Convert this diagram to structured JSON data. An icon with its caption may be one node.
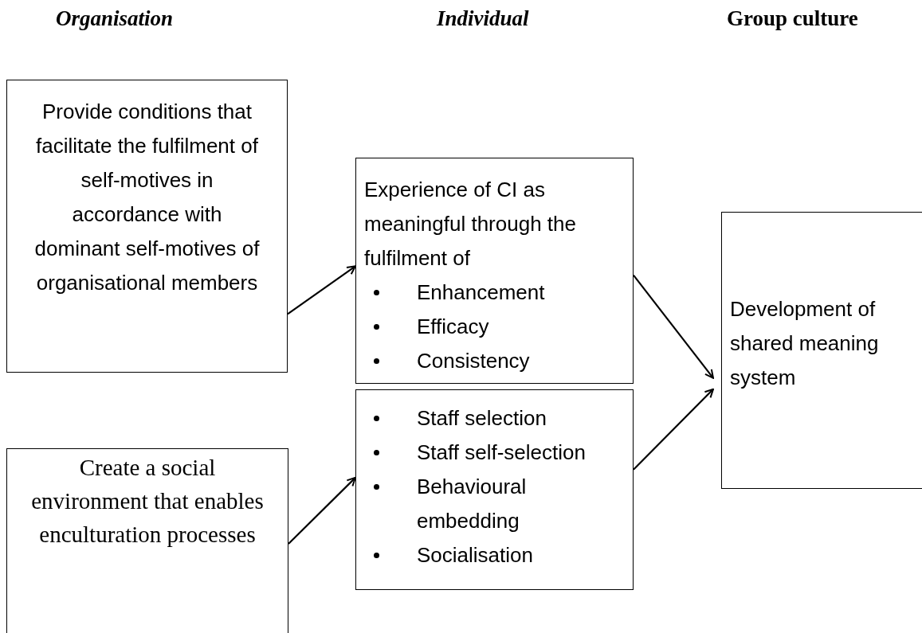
{
  "diagram": {
    "nodes": [
      {
        "text": [
          "Provide conditions that facilitate the fulfilment of self-motives  in accordance with dominant self-motives of organisational members"
        ]
      },
      {
        "text": [
          "Create a social environment that enables enculturation processes"
        ]
      },
      {
        "text": [
          "Experience  of CI as meaningful through the fulfilment of",
          "Enhancement",
          "Efficacy",
          "Consistency"
        ]
      },
      {
        "text": [
          "Staff selection",
          "Staff self-selection",
          "Behavioural embedding",
          "Socialisation"
        ]
      },
      {
        "text": [
          "Development of shared meaning system"
        ]
      }
    ],
    "edges": [
      {
        "from": 0,
        "to": 2,
        "arrow": "to"
      },
      {
        "from": 1,
        "to": 3,
        "arrow": "to"
      },
      {
        "from": 2,
        "to": 4,
        "arrow": "to"
      },
      {
        "from": 3,
        "to": 4,
        "arrow": "to"
      }
    ],
    "labels": [
      "Organisation",
      "Individual",
      "Group culture"
    ]
  }
}
